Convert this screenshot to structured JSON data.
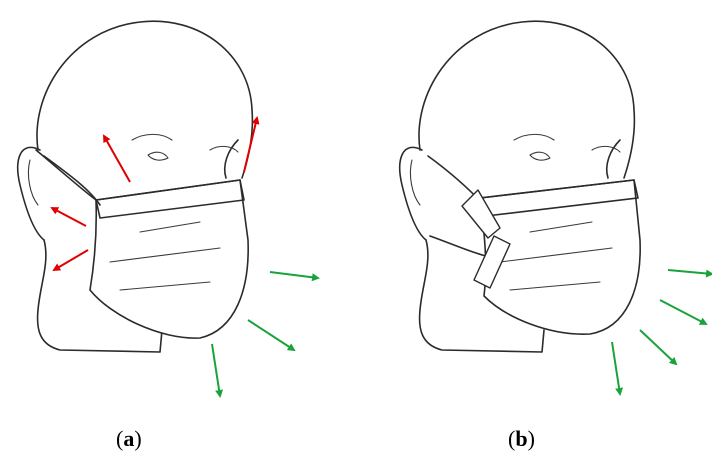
{
  "figure": {
    "panels": [
      {
        "id": "a",
        "caption_open": "(",
        "caption_letter": "a",
        "caption_close": ")",
        "leak_color": "#e00000",
        "flow_color": "#1aa33a"
      },
      {
        "id": "b",
        "caption_open": "(",
        "caption_letter": "b",
        "caption_close": ")",
        "flow_color": "#1aa33a"
      }
    ]
  }
}
